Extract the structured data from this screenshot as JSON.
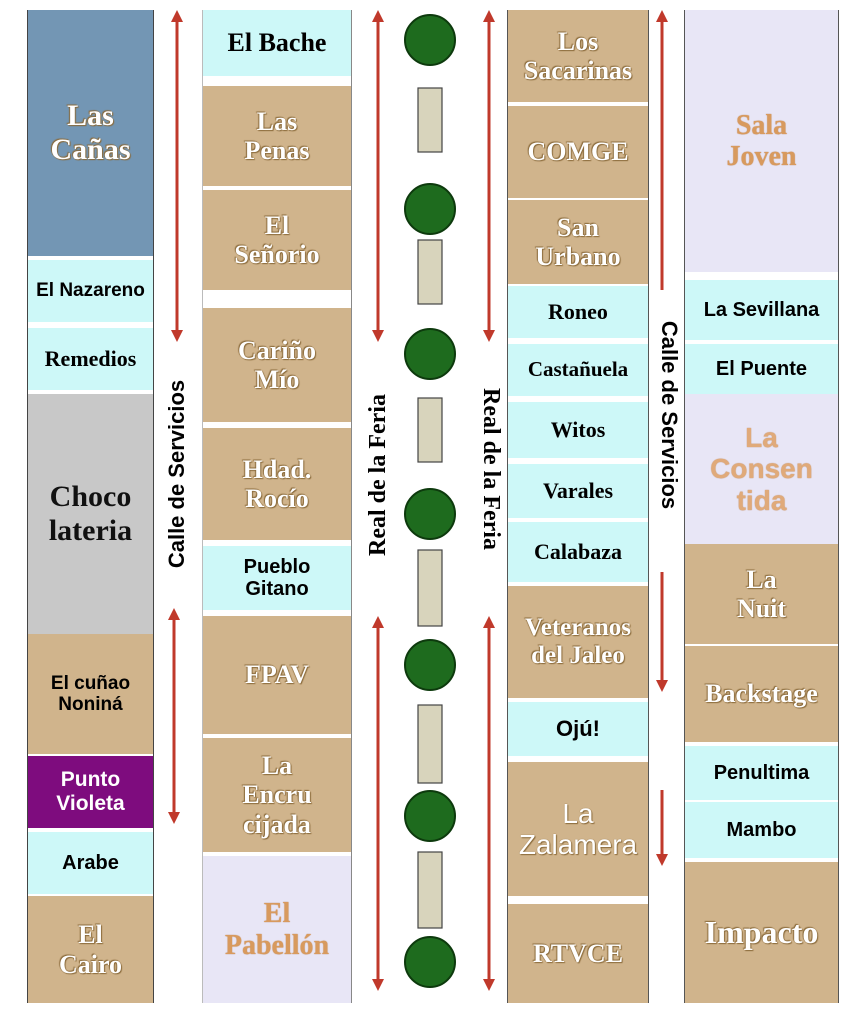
{
  "colors": {
    "tan": "#d0b48c",
    "cyan": "#cdf8f8",
    "blue": "#7396b4",
    "grey": "#c8c8c8",
    "purple": "#7e0c7e",
    "lavender": "#e8e6f6",
    "arrow": "#c0392b",
    "circle": "#1e6b1e",
    "bench": "#d8d4bc"
  },
  "streets": {
    "service_left": "Calle de Servicios",
    "real_left": "Real de la Feria",
    "real_right": "Real de la Feria",
    "service_right": "Calle de Servicios"
  },
  "column1": [
    {
      "name": "Las Cañas",
      "color": "blue"
    },
    {
      "name": "El Nazareno",
      "color": "cyan"
    },
    {
      "name": "Remedios",
      "color": "cyan"
    },
    {
      "name": "Choco lateria",
      "color": "grey"
    },
    {
      "name": "El cuñao Noniná",
      "color": "tan"
    },
    {
      "name": "Punto Violeta",
      "color": "purple"
    },
    {
      "name": "Arabe",
      "color": "cyan"
    },
    {
      "name": "El Cairo",
      "color": "tan"
    }
  ],
  "column2": [
    {
      "name": "El Bache",
      "color": "cyan"
    },
    {
      "name": "Las Penas",
      "color": "tan"
    },
    {
      "name": "El Señorio",
      "color": "tan"
    },
    {
      "name": "Cariño Mío",
      "color": "tan"
    },
    {
      "name": "Hdad. Rocío",
      "color": "tan"
    },
    {
      "name": "Pueblo Gitano",
      "color": "cyan"
    },
    {
      "name": "FPAV",
      "color": "tan"
    },
    {
      "name": "La Encru cijada",
      "color": "tan"
    },
    {
      "name": "El Pabellón",
      "color": "lavender"
    }
  ],
  "column4": [
    {
      "name": "Los Sacarinas",
      "color": "tan"
    },
    {
      "name": "COMGE",
      "color": "tan"
    },
    {
      "name": "San Urbano",
      "color": "tan"
    },
    {
      "name": "Roneo",
      "color": "cyan"
    },
    {
      "name": "Castañuela",
      "color": "cyan"
    },
    {
      "name": "Witos",
      "color": "cyan"
    },
    {
      "name": "Varales",
      "color": "cyan"
    },
    {
      "name": "Calabaza",
      "color": "cyan"
    },
    {
      "name": "Veteranos del Jaleo",
      "color": "tan"
    },
    {
      "name": "Ojú!",
      "color": "cyan"
    },
    {
      "name": "La Zalamera",
      "color": "tan"
    },
    {
      "name": "RTVCE",
      "color": "tan"
    }
  ],
  "column5": [
    {
      "name": "Sala Joven",
      "color": "lavender"
    },
    {
      "name": "La Sevillana",
      "color": "cyan"
    },
    {
      "name": "El Puente",
      "color": "cyan"
    },
    {
      "name": "La Consen tida",
      "color": "lavender"
    },
    {
      "name": "La Nuit",
      "color": "tan"
    },
    {
      "name": "Backstage",
      "color": "tan"
    },
    {
      "name": "Penultima",
      "color": "cyan"
    },
    {
      "name": "Mambo",
      "color": "cyan"
    },
    {
      "name": "Impacto",
      "color": "tan"
    }
  ]
}
